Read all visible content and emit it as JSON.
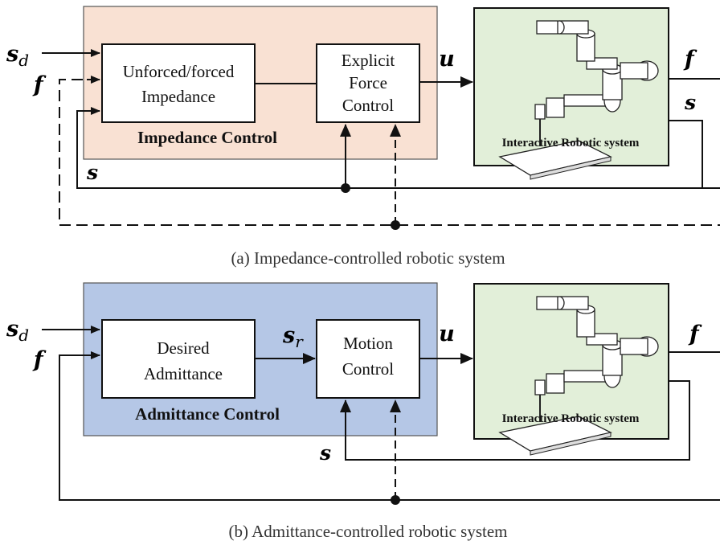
{
  "colors": {
    "impedance_panel": "#f9e1d3",
    "admittance_panel": "#b5c7e6",
    "robot_panel": "#e2efd9",
    "line": "#111111"
  },
  "impedance": {
    "inputs": {
      "desired": "s",
      "desired_sub": "d",
      "force": "f"
    },
    "block_left": {
      "line1": "Unforced/forced",
      "line2": "Impedance"
    },
    "block_right": {
      "line1": "Explicit",
      "line2": "Force",
      "line3": "Control"
    },
    "control_title": "Impedance Control",
    "u_label": "u",
    "robot_title": "Interactive Robotic system",
    "out_f": "f",
    "out_s": "s",
    "feedback_s": "s",
    "caption": "(a) Impedance-controlled robotic system"
  },
  "admittance": {
    "inputs": {
      "desired": "s",
      "desired_sub": "d",
      "force": "f"
    },
    "block_left": {
      "line1": "Desired",
      "line2": "Admittance"
    },
    "sr": {
      "main": "s",
      "sub": "r"
    },
    "block_right": {
      "line1": "Motion",
      "line2": "Control"
    },
    "control_title": "Admittance Control",
    "u_label": "u",
    "robot_title": "Interactive Robotic system",
    "out_f": "f",
    "feedback_s": "s",
    "caption": "(b) Admittance-controlled robotic system"
  }
}
